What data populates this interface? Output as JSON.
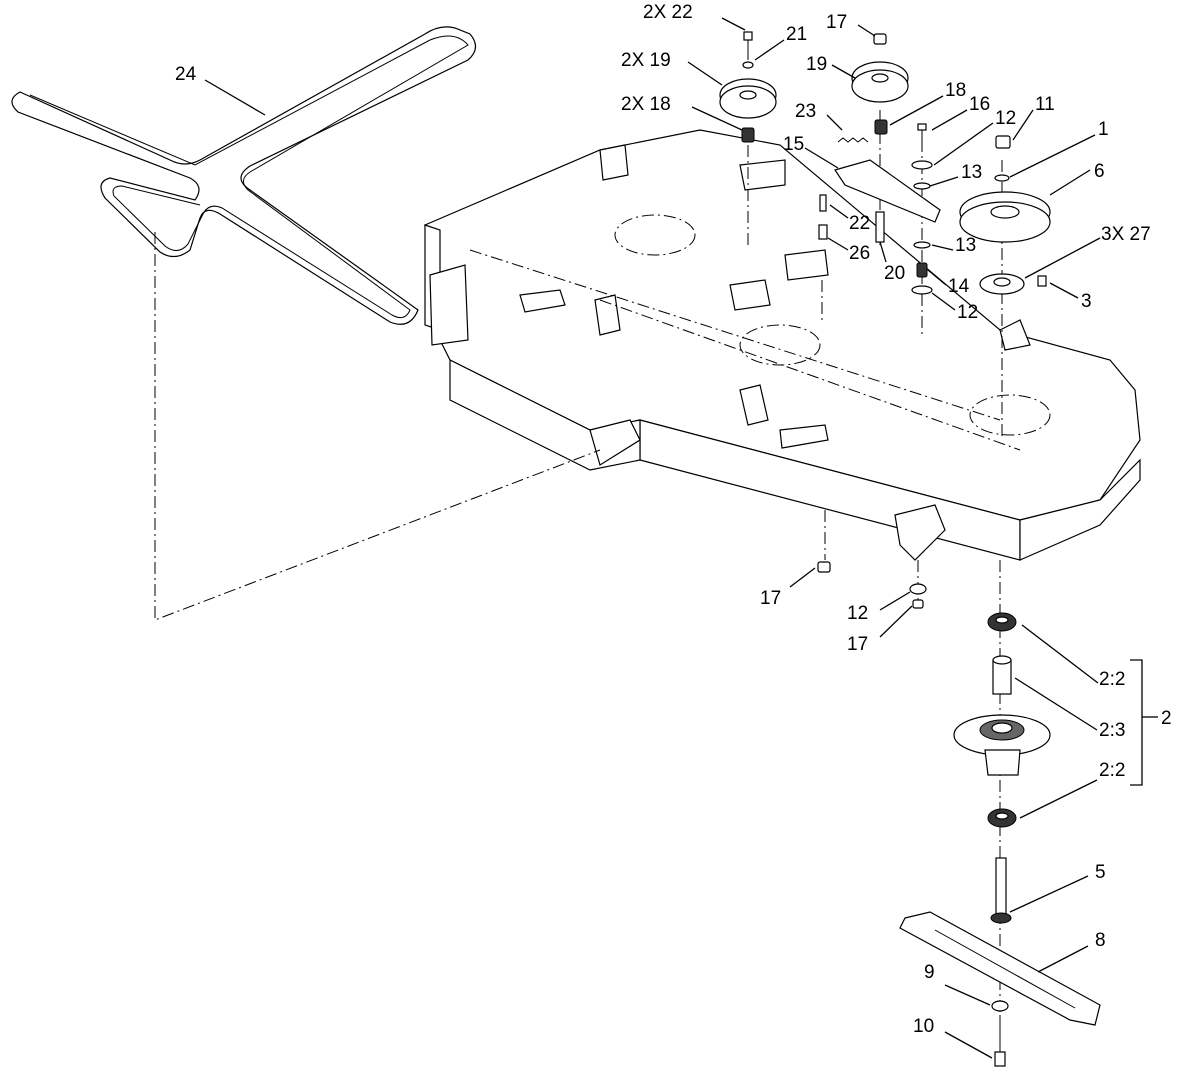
{
  "labels": {
    "l24": "24",
    "l2x22": "2X 22",
    "l21": "21",
    "l2x19": "2X 19",
    "l2x18": "2X 18",
    "l17top": "17",
    "l19": "19",
    "l18": "18",
    "l23": "23",
    "l16": "16",
    "l12a": "12",
    "l11": "11",
    "l1": "1",
    "l15": "15",
    "l13a": "13",
    "l6": "6",
    "l22": "22",
    "l26": "26",
    "l20": "20",
    "l13b": "13",
    "l3x27": "3X 27",
    "l14": "14",
    "l3": "3",
    "l12b": "12",
    "l17mid": "17",
    "l12c": "12",
    "l17low": "17",
    "l22a": "2:2",
    "l23b": "2:3",
    "l2": "2",
    "l22b": "2:2",
    "l5": "5",
    "l8": "8",
    "l9": "9",
    "l10": "10"
  }
}
